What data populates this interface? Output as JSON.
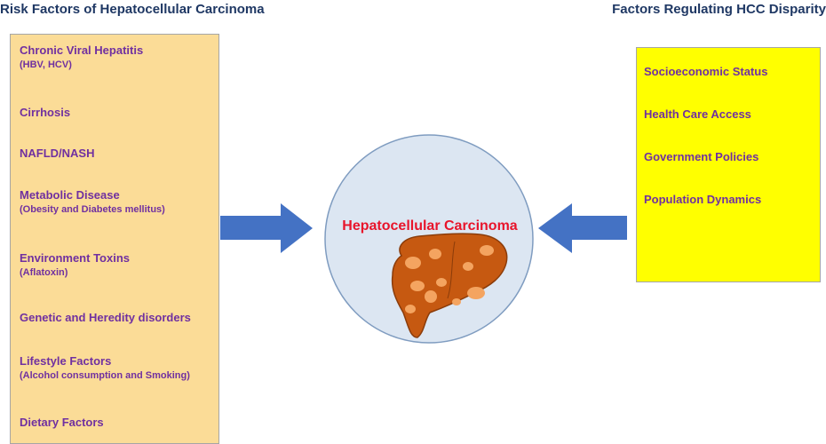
{
  "left_panel": {
    "heading": "Risk Factors of Hepatocellular Carcinoma",
    "color": "#fbdc97",
    "items": [
      {
        "label": "Chronic Viral Hepatitis",
        "sub": "(HBV, HCV)"
      },
      {
        "label": "Cirrhosis",
        "sub": ""
      },
      {
        "label": "NAFLD/NASH",
        "sub": ""
      },
      {
        "label": "Metabolic Disease",
        "sub": "(Obesity and Diabetes mellitus)"
      },
      {
        "label": "Environment Toxins",
        "sub": "(Aflatoxin)"
      },
      {
        "label": "Genetic and Heredity disorders",
        "sub": ""
      },
      {
        "label": "Lifestyle Factors",
        "sub": "(Alcohol consumption and Smoking)"
      },
      {
        "label": "Dietary Factors",
        "sub": ""
      }
    ]
  },
  "right_panel": {
    "heading": "Factors Regulating HCC Disparity",
    "color": "#ffff00",
    "items": [
      {
        "label": "Socioeconomic  Status"
      },
      {
        "label": "Health Care Access"
      },
      {
        "label": "Government Policies"
      },
      {
        "label": "Population  Dynamics"
      }
    ]
  },
  "center": {
    "label": "Hepatocellular Carcinoma",
    "icon": "liver-icon",
    "label_color": "#e8142b",
    "circle_color": "#dce6f2",
    "arrow_color": "#4472c4"
  }
}
